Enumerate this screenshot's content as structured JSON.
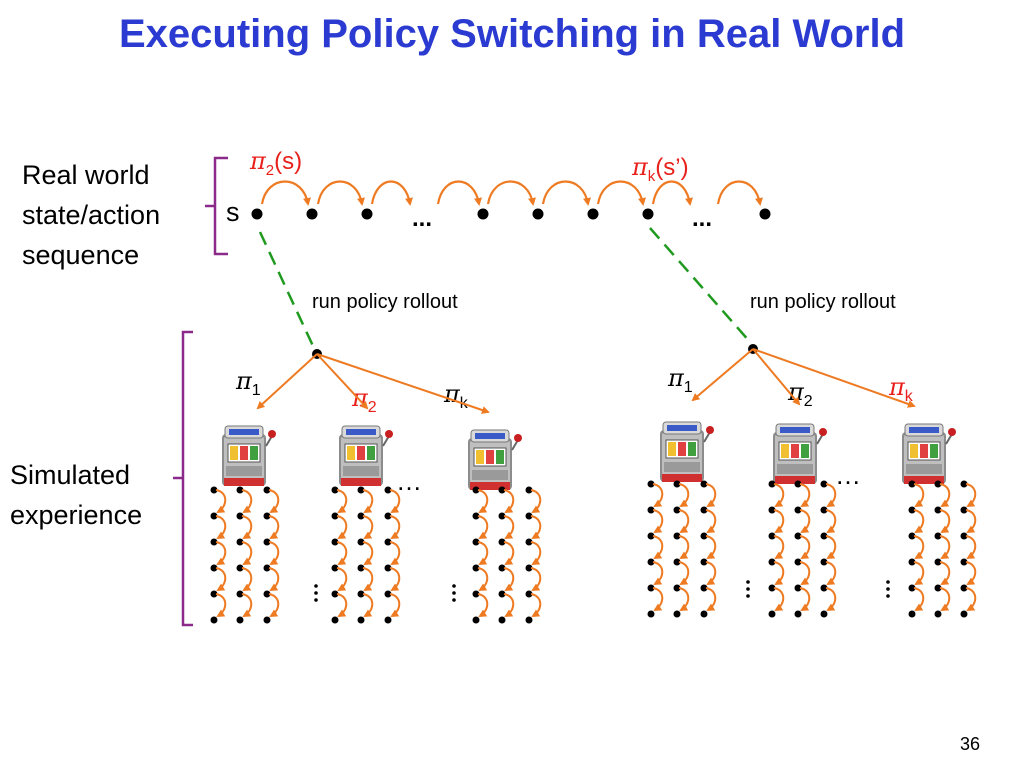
{
  "title": "Executing Policy Switching in Real World",
  "labels": {
    "real_world": [
      "Real world",
      "state/action",
      "sequence"
    ],
    "simulated": [
      "Simulated",
      "experience"
    ],
    "start_state": "s",
    "rollout_left": "run policy rollout",
    "rollout_right": "run policy rollout",
    "ellipsis_real": "...",
    "ellipsis_bandit": "…",
    "ellipsis_column": "⋮"
  },
  "policy_labels": {
    "top_left": {
      "pi": "π",
      "sub": "2",
      "arg": "(s)"
    },
    "top_right": {
      "pi": "π",
      "sub": "k",
      "arg": "(s’)"
    },
    "left_tree": [
      {
        "pi": "π",
        "sub": "1",
        "selected": false
      },
      {
        "pi": "π",
        "sub": "2",
        "selected": true
      },
      {
        "pi": "π",
        "sub": "k",
        "selected": false
      }
    ],
    "right_tree": [
      {
        "pi": "π",
        "sub": "1",
        "selected": false
      },
      {
        "pi": "π",
        "sub": "2",
        "selected": false
      },
      {
        "pi": "π",
        "sub": "k",
        "selected": true
      }
    ]
  },
  "page_number": "36",
  "colors": {
    "title": "#2b3bd1",
    "highlight": "#e8201b",
    "arrow": "#ee7a22",
    "rollout_line": "#1f9a1f",
    "bracket": "#8b2a8b"
  },
  "icons": [
    "slot-machine-icon"
  ]
}
